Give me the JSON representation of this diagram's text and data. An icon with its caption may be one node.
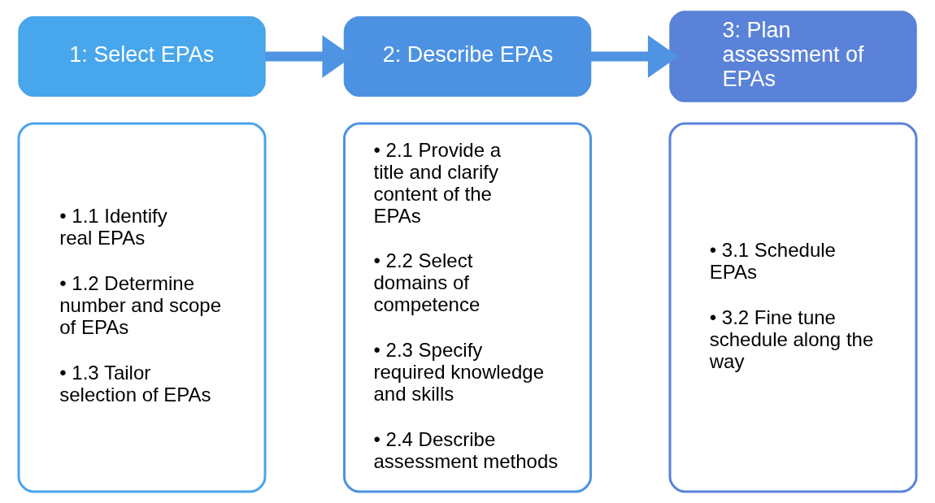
{
  "diagram": {
    "nodes": [
      {
        "text": [
          "1: Select EPAs"
        ]
      },
      {
        "text": [
          "• 1.1 Identify real EPAs",
          "• 1.2 Determine number and scope of EPAs",
          "• 1.3 Tailor selection of EPAs"
        ]
      },
      {
        "text": [
          "2: Describe EPAs"
        ]
      },
      {
        "text": [
          "• 2.1 Provide a title and clarify content of the EPAs",
          "• 2.2 Select domains of competence",
          "• 2.3 Specify required knowledge and skills",
          "• 2.4 Describe assessment methods"
        ]
      },
      {
        "text": [
          "3: Plan assessment of EPAs"
        ]
      },
      {
        "text": [
          "• 3.1 Schedule EPAs",
          "• 3.2 Fine tune schedule along the way"
        ]
      }
    ],
    "edges": [
      {
        "from": 0,
        "to": 2,
        "arrow": "to"
      },
      {
        "from": 2,
        "to": 4,
        "arrow": "to"
      }
    ]
  }
}
